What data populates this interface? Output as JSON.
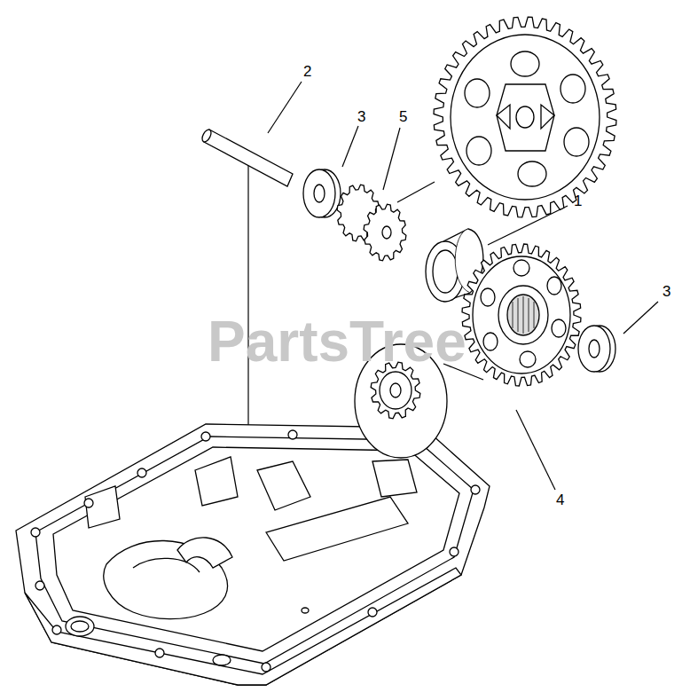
{
  "diagram": {
    "labels": [
      "2",
      "3",
      "5",
      "1",
      "3",
      "4",
      "PartsTree"
    ]
  }
}
